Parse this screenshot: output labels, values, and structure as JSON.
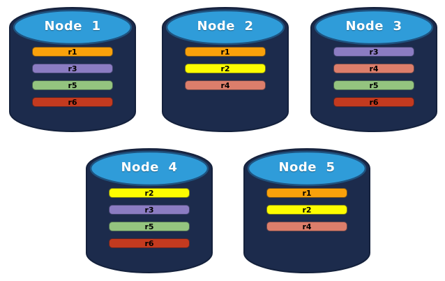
{
  "theme": {
    "background": "#FFFFFF",
    "cylinder_body": "#1C2B4C",
    "cylinder_outline": "#14213C",
    "cylinder_top": "#2F9CD9",
    "cylinder_top_rim": "#1E5380",
    "title_text": "#FFFFFF",
    "bar_text": "#000000"
  },
  "replica_colors": {
    "r1": "#F9A10B",
    "r2": "#FDFD00",
    "r3": "#8B7CC2",
    "r4": "#DC7E6B",
    "r5": "#94C47F",
    "r6": "#C33A1F"
  },
  "nodes": [
    {
      "title": "Node  1",
      "bars": [
        {
          "label": "r1",
          "color": "#F9A10B"
        },
        {
          "label": "r3",
          "color": "#8B7CC2"
        },
        {
          "label": "r5",
          "color": "#94C47F"
        },
        {
          "label": "r6",
          "color": "#C33A1F"
        }
      ]
    },
    {
      "title": "Node  2",
      "bars": [
        {
          "label": "r1",
          "color": "#F9A10B"
        },
        {
          "label": "r2",
          "color": "#FDFD00"
        },
        {
          "label": "r4",
          "color": "#DC7E6B"
        }
      ]
    },
    {
      "title": "Node  3",
      "bars": [
        {
          "label": "r3",
          "color": "#8B7CC2"
        },
        {
          "label": "r4",
          "color": "#DC7E6B"
        },
        {
          "label": "r5",
          "color": "#94C47F"
        },
        {
          "label": "r6",
          "color": "#C33A1F"
        }
      ]
    },
    {
      "title": "Node  4",
      "bars": [
        {
          "label": "r2",
          "color": "#FDFD00"
        },
        {
          "label": "r3",
          "color": "#8B7CC2"
        },
        {
          "label": "r5",
          "color": "#94C47F"
        },
        {
          "label": "r6",
          "color": "#C33A1F"
        }
      ]
    },
    {
      "title": "Node  5",
      "bars": [
        {
          "label": "r1",
          "color": "#F9A10B"
        },
        {
          "label": "r2",
          "color": "#FDFD00"
        },
        {
          "label": "r4",
          "color": "#DC7E6B"
        }
      ]
    }
  ]
}
